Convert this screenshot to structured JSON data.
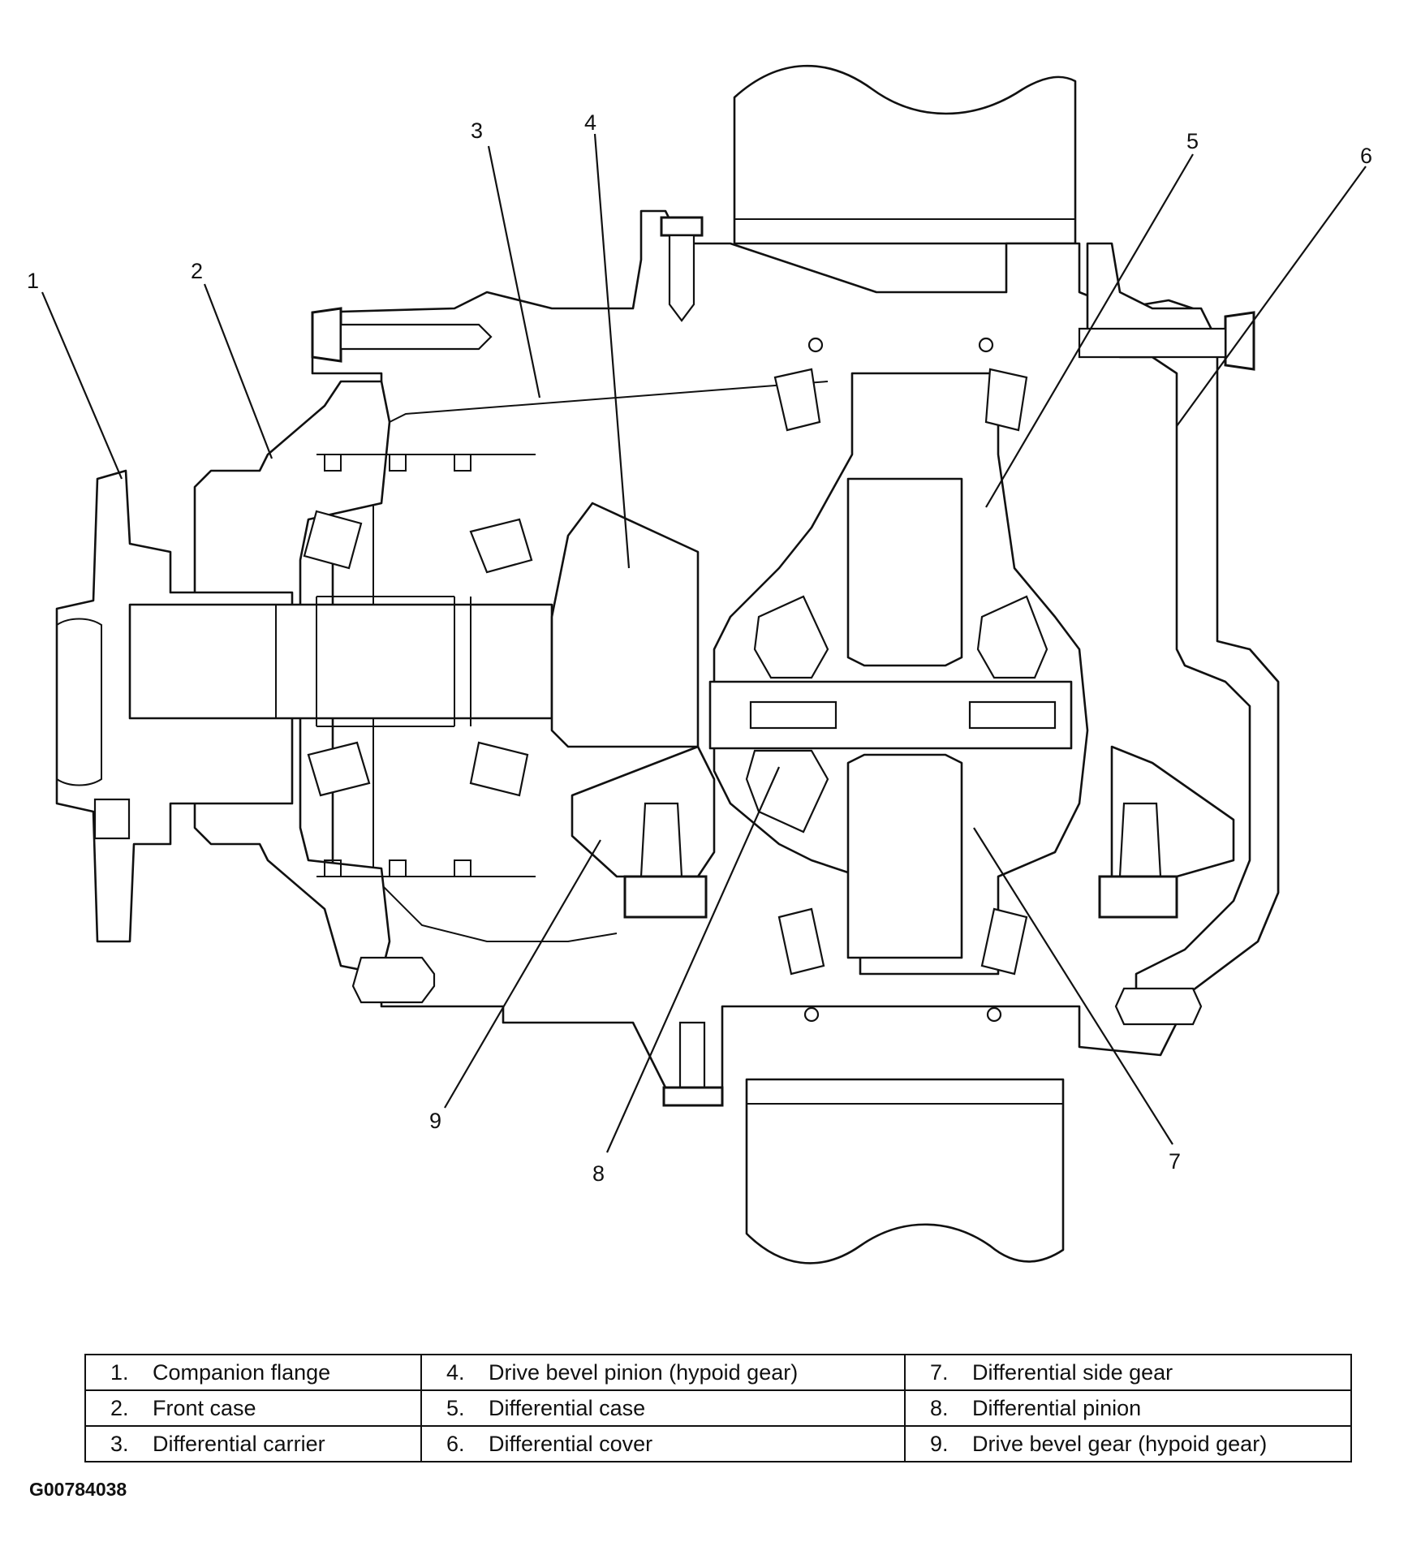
{
  "diagram": {
    "callouts": [
      {
        "number": "1",
        "part": "Companion flange"
      },
      {
        "number": "2",
        "part": "Front case"
      },
      {
        "number": "3",
        "part": "Differential carrier"
      },
      {
        "number": "4",
        "part": "Drive bevel pinion (hypoid gear)"
      },
      {
        "number": "5",
        "part": "Differential case"
      },
      {
        "number": "6",
        "part": "Differential cover"
      },
      {
        "number": "7",
        "part": "Differential side gear"
      },
      {
        "number": "8",
        "part": "Differential pinion"
      },
      {
        "number": "9",
        "part": "Drive bevel gear (hypoid gear)"
      }
    ]
  },
  "legend": {
    "rows": [
      [
        {
          "num": "1.",
          "label": "Companion flange"
        },
        {
          "num": "4.",
          "label": "Drive bevel pinion (hypoid gear)"
        },
        {
          "num": "7.",
          "label": "Differential side gear"
        }
      ],
      [
        {
          "num": "2.",
          "label": "Front case"
        },
        {
          "num": "5.",
          "label": "Differential case"
        },
        {
          "num": "8.",
          "label": "Differential pinion"
        }
      ],
      [
        {
          "num": "3.",
          "label": "Differential carrier"
        },
        {
          "num": "6.",
          "label": "Differential cover"
        },
        {
          "num": "9.",
          "label": "Drive bevel gear (hypoid gear)"
        }
      ]
    ]
  },
  "figure_code": "G00784038"
}
